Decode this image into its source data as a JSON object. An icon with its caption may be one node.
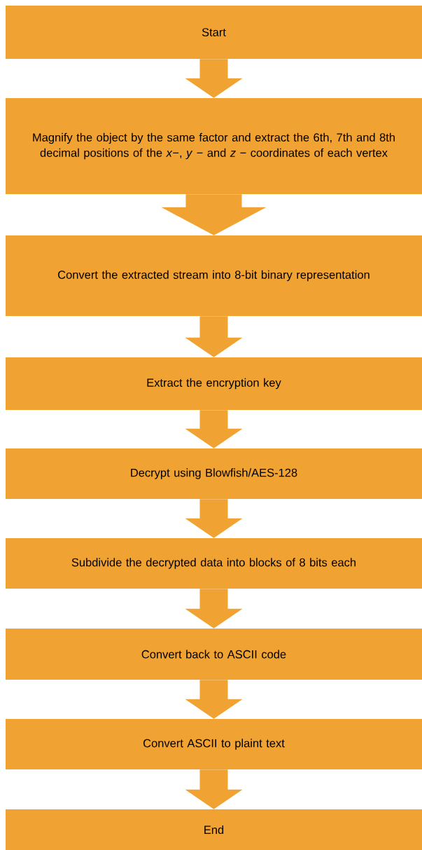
{
  "diagram": {
    "nodes": [
      {
        "text": [
          "Start"
        ]
      },
      {
        "text": [
          "Magnify the object by the same factor and extract the 6th, 7th and 8th decimal positions of the *x*−, *y* − and *z* − coordinates of each vertex"
        ]
      },
      {
        "text": [
          "Convert the extracted stream into 8-bit binary representation"
        ]
      },
      {
        "text": [
          "Extract the encryption key"
        ]
      },
      {
        "text": [
          "Decrypt using Blowfish/AES-128"
        ]
      },
      {
        "text": [
          "Subdivide the decrypted data into blocks of 8 bits each"
        ]
      },
      {
        "text": [
          "Convert back to ASCII code"
        ]
      },
      {
        "text": [
          "Convert ASCII to plaint text"
        ]
      },
      {
        "text": [
          "End"
        ]
      }
    ],
    "edges": [
      {
        "from": 0,
        "to": 1,
        "arrow": "to"
      },
      {
        "from": 1,
        "to": 2,
        "arrow": "to",
        "style": "thick"
      },
      {
        "from": 2,
        "to": 3,
        "arrow": "to"
      },
      {
        "from": 3,
        "to": 4,
        "arrow": "to"
      },
      {
        "from": 4,
        "to": 5,
        "arrow": "to"
      },
      {
        "from": 5,
        "to": 6,
        "arrow": "to"
      },
      {
        "from": 6,
        "to": 7,
        "arrow": "to"
      },
      {
        "from": 7,
        "to": 8,
        "arrow": "to"
      }
    ]
  }
}
